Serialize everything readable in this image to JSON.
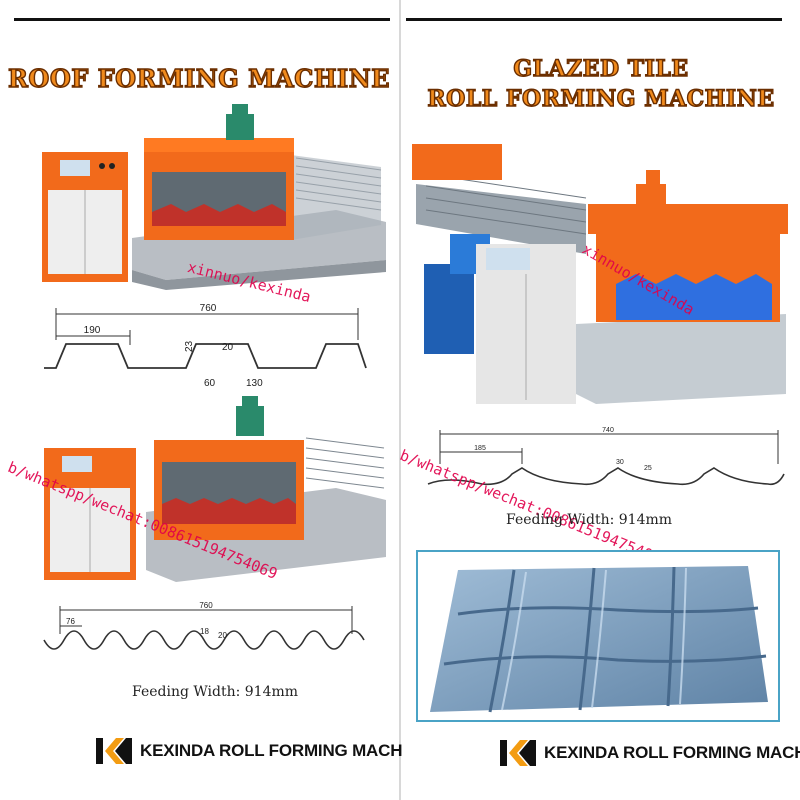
{
  "left": {
    "title": "ROOF FORMING MACHINE",
    "dims_top": {
      "total": "760",
      "pitch": "190",
      "h1": "23",
      "h2": "20",
      "bottom": "60",
      "gap": "130"
    },
    "dims_bottom": {
      "total": "760",
      "a": "76",
      "b": "18",
      "c": "20"
    },
    "feeding_width": "Feeding Width: 914mm",
    "brand": "KEXINDA ROLL FORMING MACHINE"
  },
  "right": {
    "title_line1": "GLAZED TILE",
    "title_line2": "ROLL FORMING MACHINE",
    "dims": {
      "total": "740",
      "pitch": "185",
      "a": "30",
      "b": "25"
    },
    "feeding_width": "Feeding Width: 914mm",
    "brand": "KEXINDA ROLL FORMING MACHIN"
  },
  "watermarks": {
    "name": "xinnuo/kexinda",
    "contact": "b/whatspp/wechat:008615194754069"
  },
  "colors": {
    "orange": "#f08a1c",
    "machine_orange": "#f26a1b",
    "tile_blue": "#6f93b4",
    "watermark": "#e0004a",
    "brand_orange": "#f39c12"
  }
}
